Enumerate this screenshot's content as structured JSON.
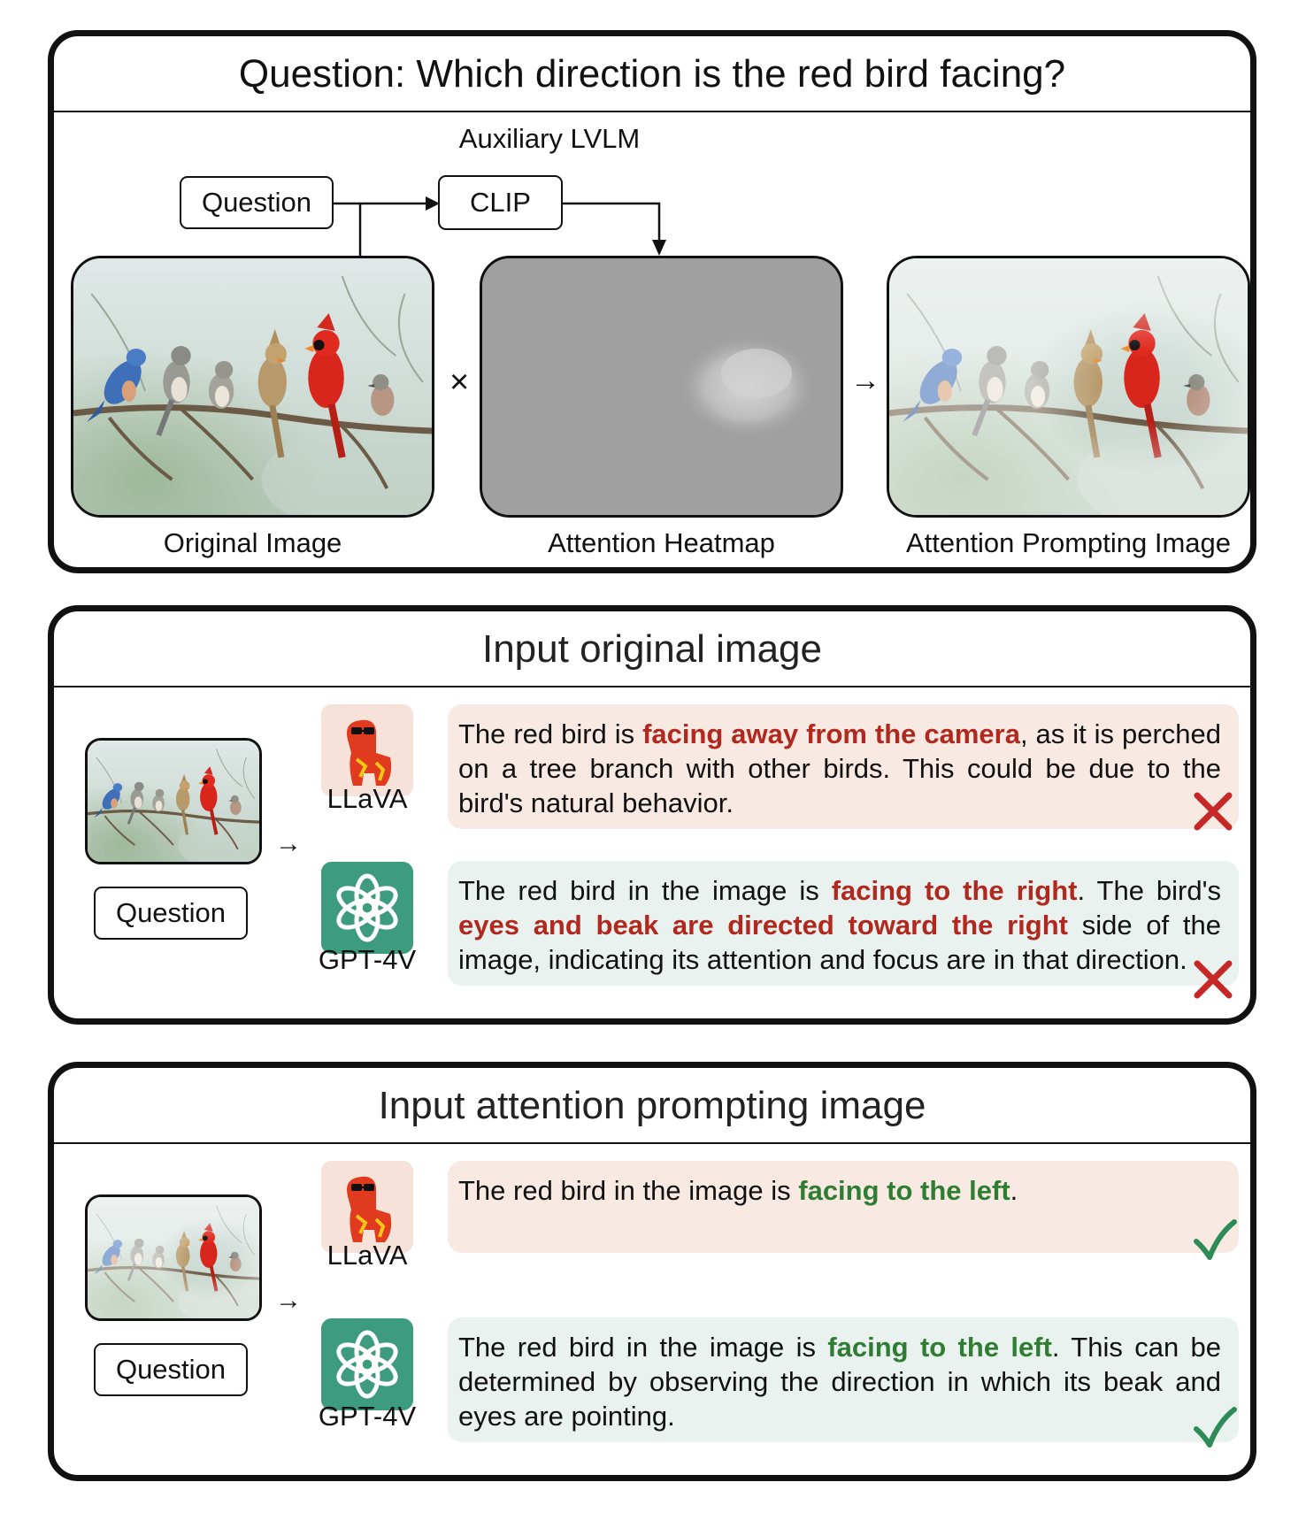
{
  "top_panel": {
    "title": "Question: Which direction is the red bird facing?",
    "auxiliary_label": "Auxiliary LVLM",
    "question_box": "Question",
    "clip_box": "CLIP",
    "multiply_symbol": "×",
    "arrow_symbol": "→",
    "captions": {
      "original": "Original Image",
      "heatmap": "Attention Heatmap",
      "prompting": "Attention Prompting Image"
    }
  },
  "panel_original": {
    "title": "Input original image",
    "question_box": "Question",
    "arrow_symbol": "→",
    "llava": {
      "label": "LLaVA",
      "text_before": "The red bird is ",
      "highlight": "facing away from the camera",
      "text_after": ", as it is perched on a tree branch with other birds. This could be due to the bird's natural behavior.",
      "verdict": "wrong"
    },
    "gpt": {
      "label": "GPT-4V",
      "text_before": "The red bird in the image is ",
      "highlight": "facing to the right",
      "text_middle": ". The bird's ",
      "highlight2": "eyes and beak are directed toward the right",
      "text_after": " side of the image, indicating its attention and focus are in that direction.",
      "verdict": "wrong"
    }
  },
  "panel_prompting": {
    "title": "Input attention prompting image",
    "question_box": "Question",
    "arrow_symbol": "→",
    "llava": {
      "label": "LLaVA",
      "text_before": "The red bird in the image is ",
      "highlight": "facing to the left",
      "text_after": ".",
      "verdict": "correct"
    },
    "gpt": {
      "label": "GPT-4V",
      "text_before": "The red bird in the image is ",
      "highlight": "facing to the left",
      "text_after": ". This can be determined by observing the direction in which its beak and eyes are pointing.",
      "verdict": "correct"
    }
  },
  "colors": {
    "wrong_highlight": "#b0281e",
    "correct_highlight": "#2e7d32",
    "llava_bubble": "#f8e9e2",
    "gpt_bubble": "#e9f2ef",
    "cross_mark": "#c62828",
    "check_mark": "#2e8b57",
    "gpt_logo_bg": "#3d9b7e"
  },
  "icons": [
    "llava-mascot-icon",
    "openai-logo-icon",
    "cross-mark-icon",
    "check-mark-icon",
    "arrow-right-icon",
    "multiply-icon"
  ]
}
